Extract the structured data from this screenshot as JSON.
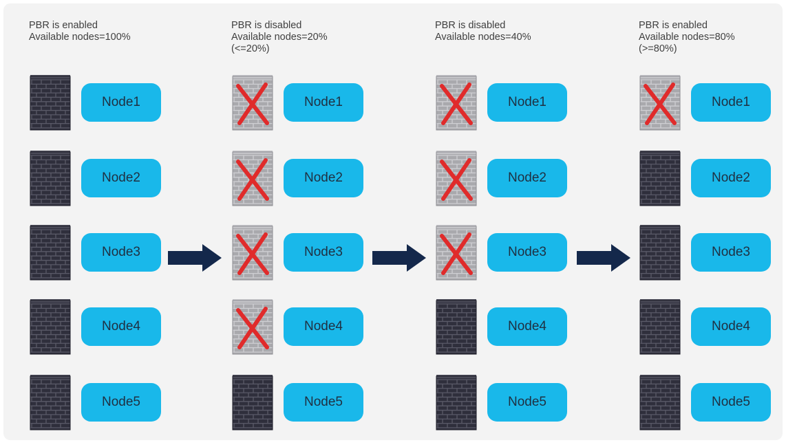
{
  "columns": [
    {
      "header": [
        "PBR is enabled",
        "Available nodes=100%"
      ],
      "nodes": [
        {
          "label": "Node1",
          "status": "up"
        },
        {
          "label": "Node2",
          "status": "up"
        },
        {
          "label": "Node3",
          "status": "up"
        },
        {
          "label": "Node4",
          "status": "up"
        },
        {
          "label": "Node5",
          "status": "up"
        }
      ]
    },
    {
      "header": [
        "PBR is disabled",
        "Available nodes=20%",
        "(<=20%)"
      ],
      "nodes": [
        {
          "label": "Node1",
          "status": "down"
        },
        {
          "label": "Node2",
          "status": "down"
        },
        {
          "label": "Node3",
          "status": "down"
        },
        {
          "label": "Node4",
          "status": "down"
        },
        {
          "label": "Node5",
          "status": "up"
        }
      ]
    },
    {
      "header": [
        "PBR is disabled",
        "Available nodes=40%"
      ],
      "nodes": [
        {
          "label": "Node1",
          "status": "down"
        },
        {
          "label": "Node2",
          "status": "down"
        },
        {
          "label": "Node3",
          "status": "down"
        },
        {
          "label": "Node4",
          "status": "up"
        },
        {
          "label": "Node5",
          "status": "up"
        }
      ]
    },
    {
      "header": [
        "PBR is enabled",
        "Available nodes=80%",
        "(>=80%)"
      ],
      "nodes": [
        {
          "label": "Node1",
          "status": "down"
        },
        {
          "label": "Node2",
          "status": "up"
        },
        {
          "label": "Node3",
          "status": "up"
        },
        {
          "label": "Node4",
          "status": "up"
        },
        {
          "label": "Node5",
          "status": "up"
        }
      ]
    }
  ],
  "icons": {
    "up": "firewall-icon",
    "down": "failed-firewall-icon",
    "transition": "right-arrow-icon"
  },
  "colors": {
    "node_fill": "#19b8ea",
    "node_text": "#1f3042",
    "firewall_up": "#2f2f3c",
    "firewall_down": "#a9a9ad",
    "failure_mark": "#e02b2b",
    "arrow": "#14284b",
    "background": "#f3f3f3"
  }
}
